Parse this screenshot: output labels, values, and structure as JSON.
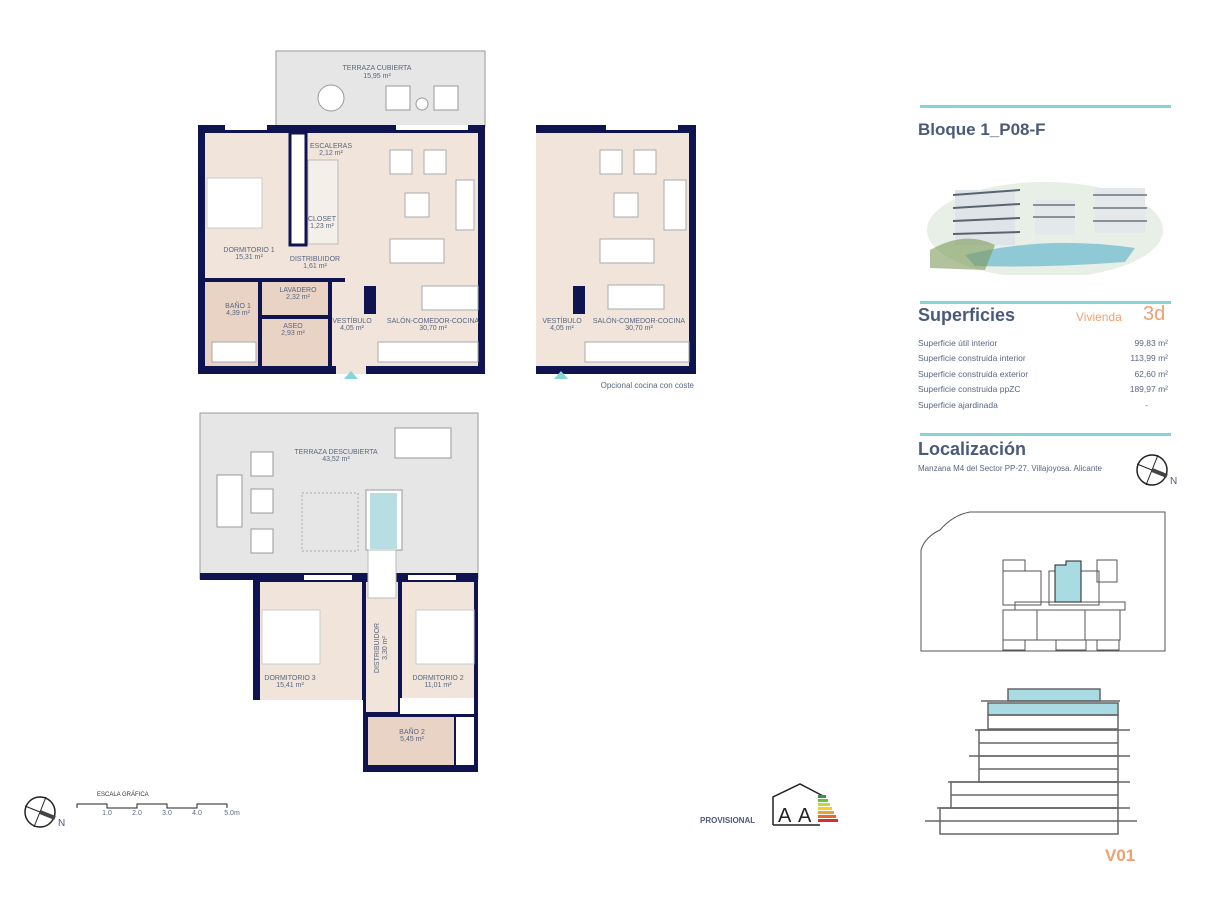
{
  "header": {
    "title": "Bloque 1_P08-F"
  },
  "superficies": {
    "title": "Superficies",
    "type_label": "Vivienda",
    "type_value": "3d",
    "rows": [
      {
        "label": "Superficie útil interior",
        "value": "99,83 m²"
      },
      {
        "label": "Superficie construida interior",
        "value": "113,99 m²"
      },
      {
        "label": "Superficie construida exterior",
        "value": "62,60 m²"
      },
      {
        "label": "Superficie construida ppZC",
        "value": "189,97 m²"
      },
      {
        "label": "Superficie ajardinada",
        "value": "-"
      }
    ]
  },
  "localizacion": {
    "title": "Localización",
    "address": "Manzana M4 del Sector PP-27. Villajoyosa. Alicante"
  },
  "plan_ground": {
    "rooms": [
      {
        "name": "TERRAZA CUBIERTA",
        "area": "15,95 m²"
      },
      {
        "name": "ESCALERAS",
        "area": "2,12 m²"
      },
      {
        "name": "CLOSET",
        "area": "1,23 m²"
      },
      {
        "name": "DORMITORIO 1",
        "area": "15,31 m²"
      },
      {
        "name": "DISTRIBUIDOR",
        "area": "1,61 m²"
      },
      {
        "name": "LAVADERO",
        "area": "2,32 m²"
      },
      {
        "name": "BAÑO 1",
        "area": "4,39 m²"
      },
      {
        "name": "ASEO",
        "area": "2,93 m²"
      },
      {
        "name": "VESTÍBULO",
        "area": "4,05 m²"
      },
      {
        "name": "SALÓN-COMEDOR-COCINA",
        "area": "30,70 m²"
      }
    ]
  },
  "plan_option": {
    "rooms": [
      {
        "name": "VESTÍBULO",
        "area": "4,05 m²"
      },
      {
        "name": "SALÓN-COMEDOR-COCINA",
        "area": "30,70 m²"
      }
    ],
    "caption": "Opcional cocina con coste"
  },
  "plan_upper": {
    "rooms": [
      {
        "name": "TERRAZA DESCUBIERTA",
        "area": "43,52 m²"
      },
      {
        "name": "DORMITORIO 3",
        "area": "15,41 m²"
      },
      {
        "name": "DISTRIBUIDOR",
        "area": "3,30 m²"
      },
      {
        "name": "DORMITORIO 2",
        "area": "11,01 m²"
      },
      {
        "name": "BAÑO 2",
        "area": "5,45 m²"
      }
    ]
  },
  "scale": {
    "title": "ESCALA GRÁFICA",
    "ticks": [
      "1.0",
      "2.0",
      "3.0",
      "4.0",
      "5.0m"
    ]
  },
  "energy": {
    "label": "PROVISIONAL",
    "rating": "A",
    "rating2": "A"
  },
  "version": "V01",
  "colors": {
    "accent": "#86d4d8",
    "title": "#4a5a78",
    "orange": "#f0a070",
    "wall": "#0f1450",
    "floor": "#f1e4da"
  }
}
